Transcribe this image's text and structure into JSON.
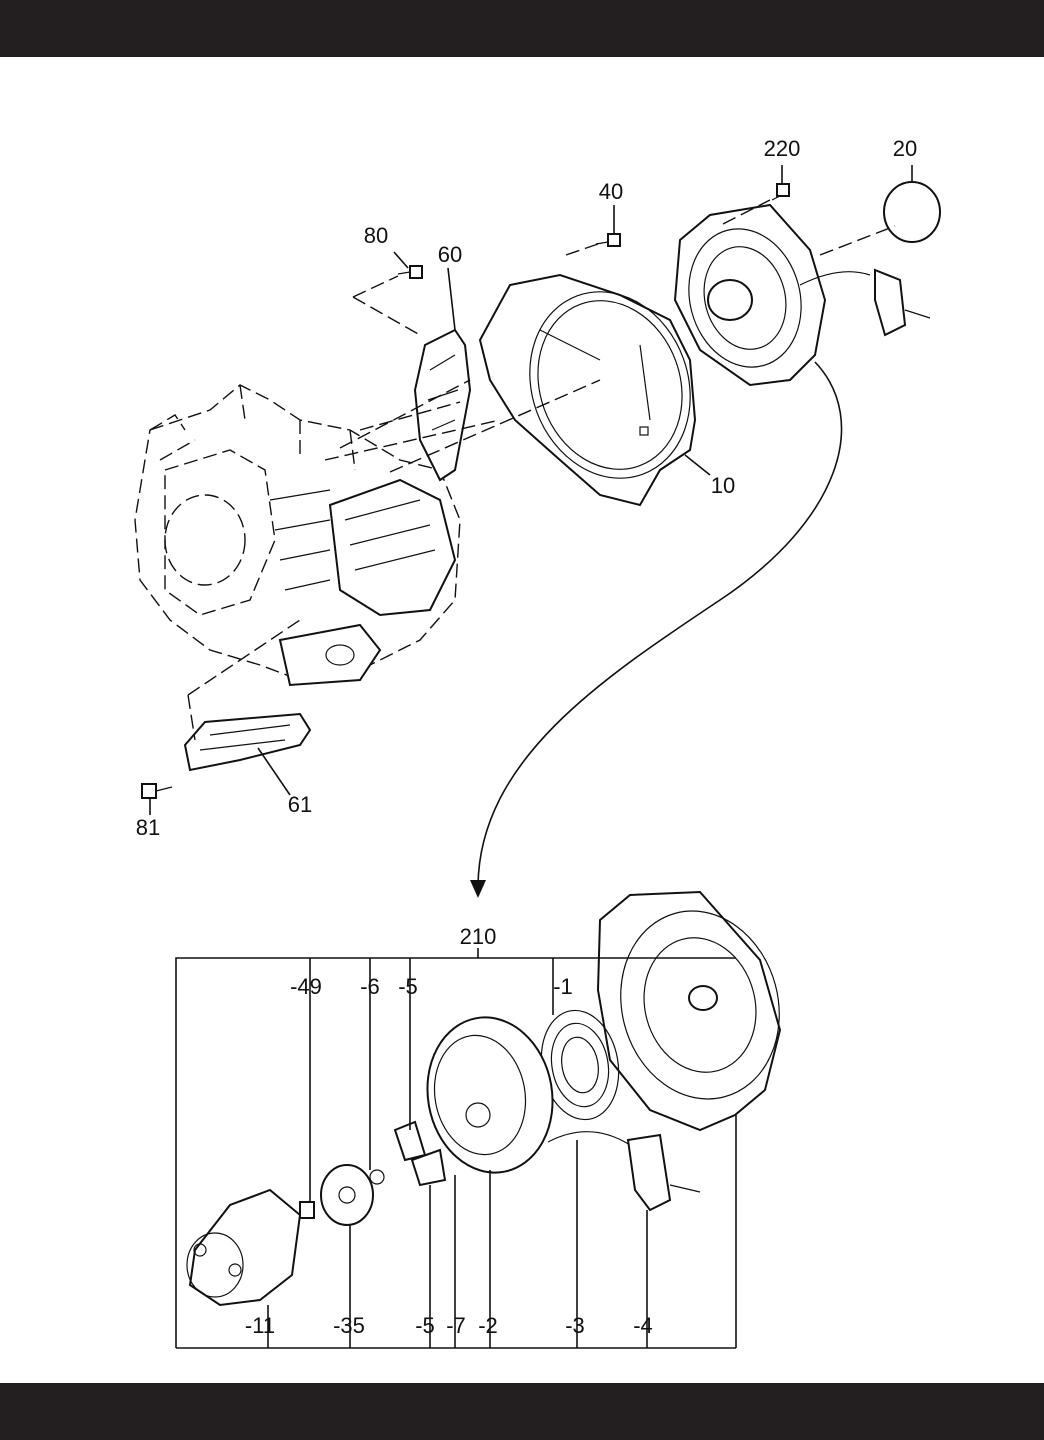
{
  "colors": {
    "band": "#231f20",
    "line": "#111111",
    "background": "#ffffff"
  },
  "labels": {
    "p220": "220",
    "p20": "20",
    "p40": "40",
    "p80": "80",
    "p60": "60",
    "p10": "10",
    "p81": "81",
    "p61": "61",
    "p210": "210",
    "s49": "-49",
    "s6": "-6",
    "s5top": "-5",
    "s1": "-1",
    "s11": "-11",
    "s35": "-35",
    "s5bot": "-5",
    "s7": "-7",
    "s2": "-2",
    "s3": "-3",
    "s4": "-4"
  },
  "icons": {
    "engine": "engine-block-icon",
    "shroud": "fan-shroud-icon",
    "starter": "recoil-starter-icon",
    "cap": "starter-cap-icon"
  }
}
